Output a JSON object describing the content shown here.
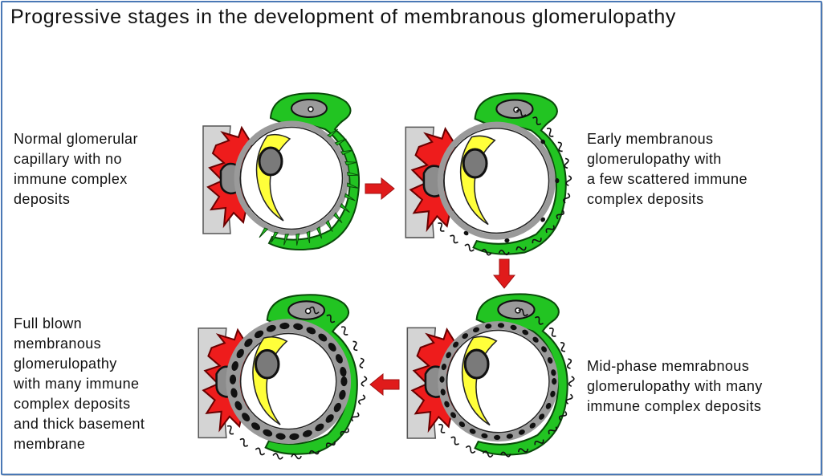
{
  "title": "Progressive stages in the development of membranous glomerulopathy",
  "stages": [
    {
      "id": "normal",
      "caption": "Normal glomerular\ncapillary with no\nimmune complex\ndeposits"
    },
    {
      "id": "early",
      "caption": "Early membranous\nglomerulopathy with\na few scattered immune\ncomplex deposits"
    },
    {
      "id": "mid",
      "caption": "Mid-phase memrabnous\nglomerulopathy with many\nimmune complex deposits"
    },
    {
      "id": "full",
      "caption": "Full blown\nmembranous\nglomerulopathy\nwith many immune\ncomplex deposits\nand thick basement\nmembrane"
    }
  ],
  "colors": {
    "podocyte": "#22c422",
    "mesangial_cell": "#ee1c1c",
    "endothelial_cell": "#ffff3a",
    "basement_membrane": "#9a9a9a",
    "deposits": "#111111",
    "arrow": "#e01b1b",
    "frame_border": "#4a78b5"
  }
}
